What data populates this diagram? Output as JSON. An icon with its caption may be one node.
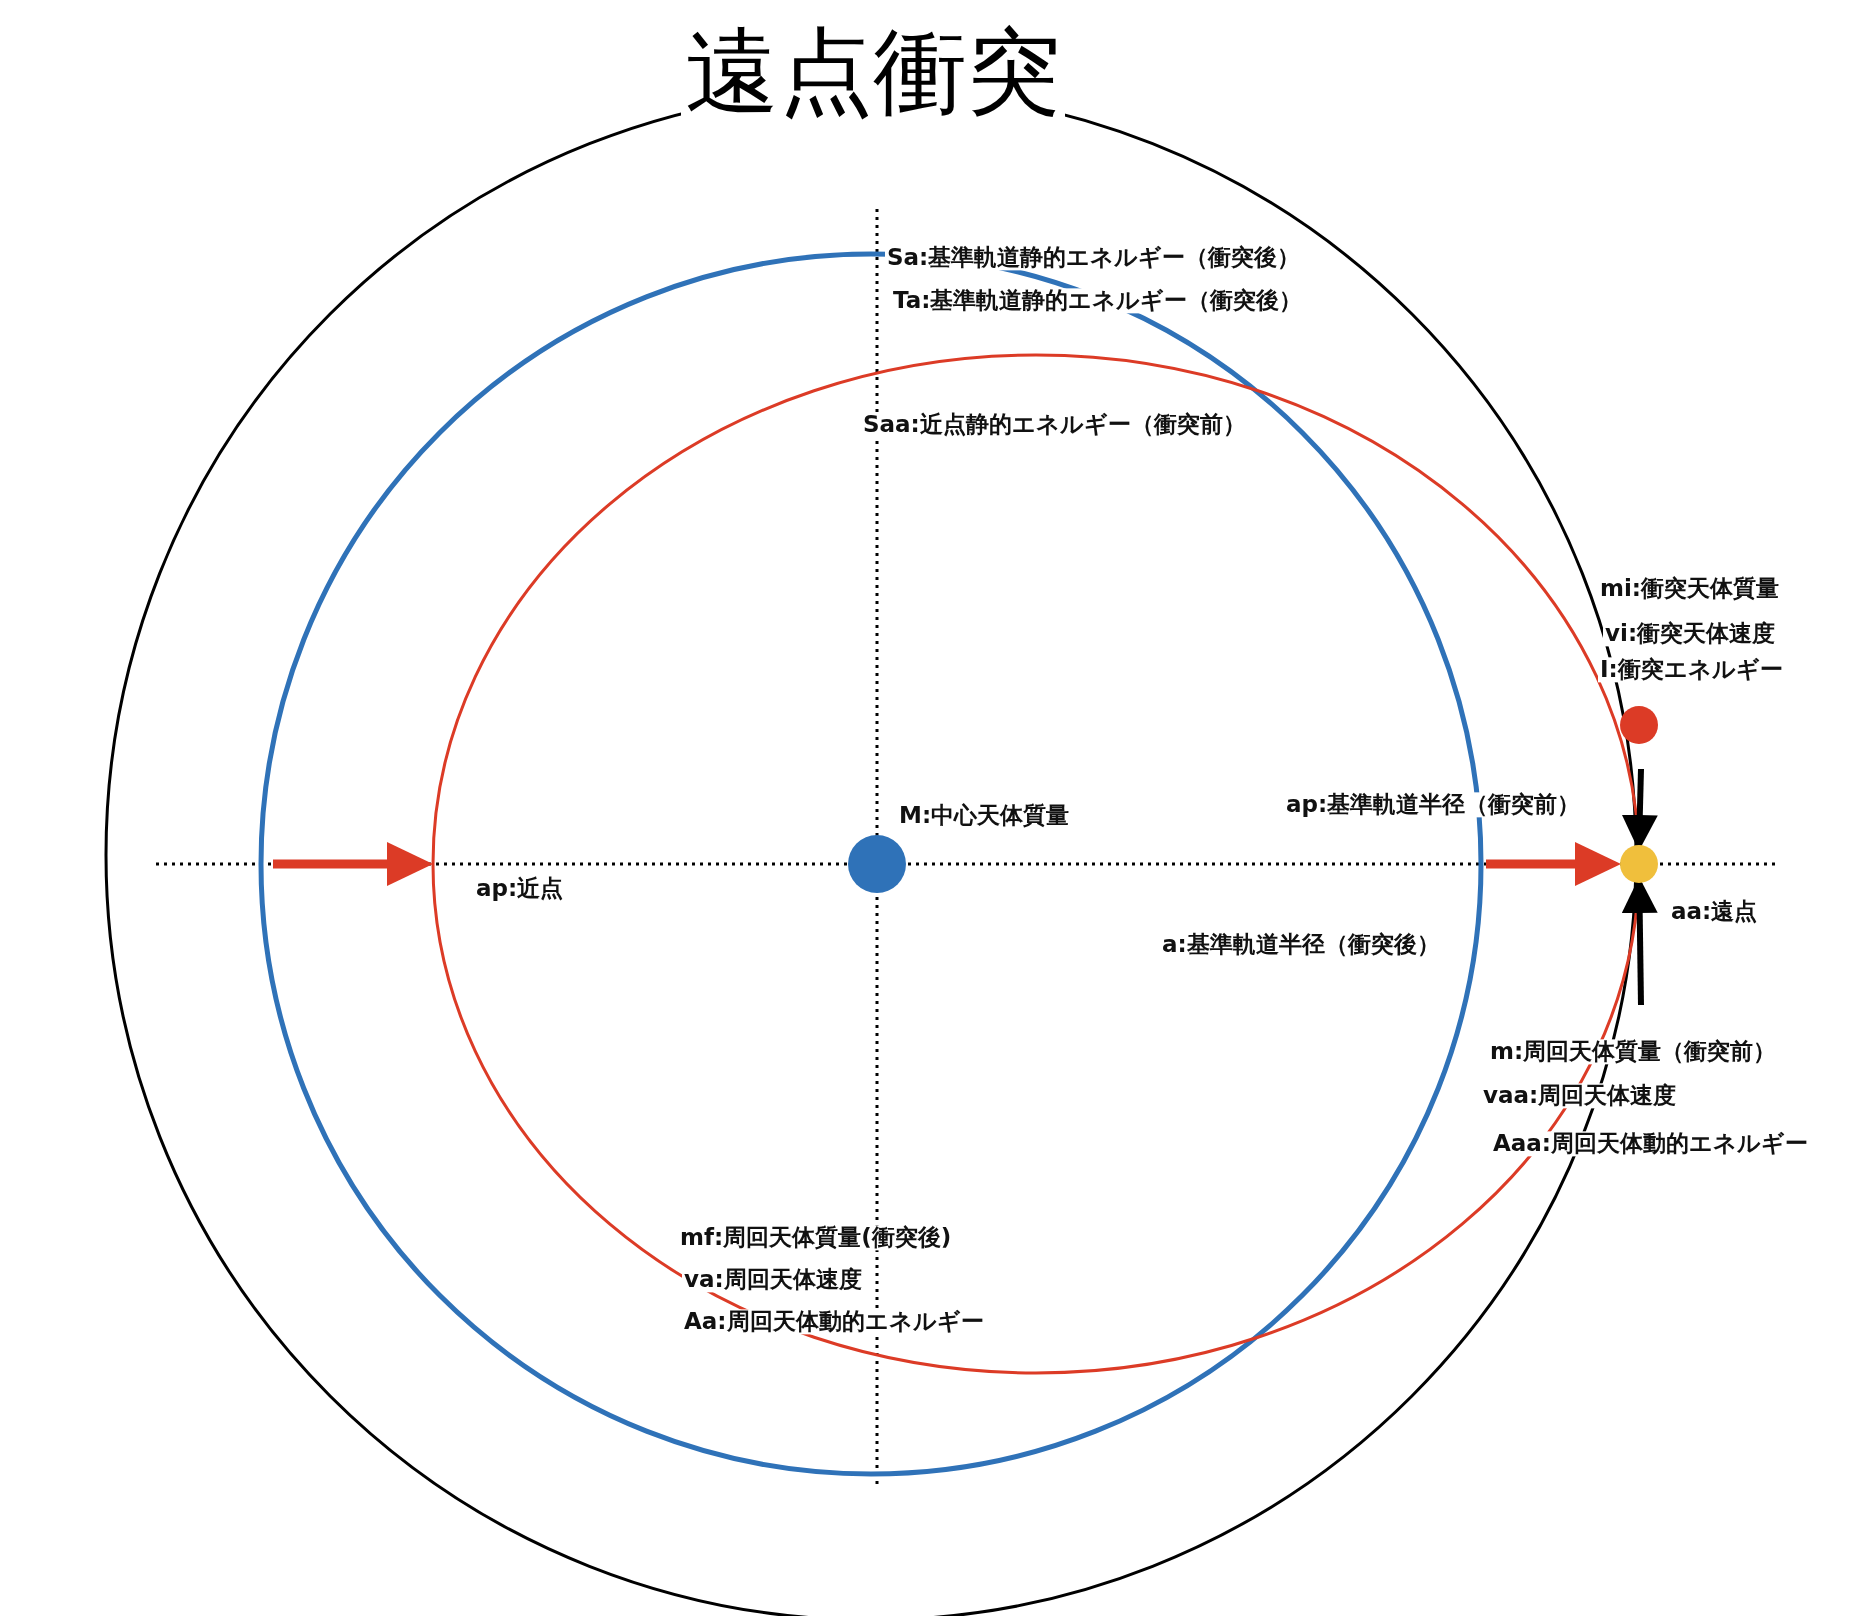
{
  "diagram": {
    "title": "遠点衝突",
    "nodes": [
      {
        "text": [],
        "shape": "circle",
        "beside": [
          "M:中心天体質量"
        ]
      },
      {
        "text": [],
        "shape": "circle",
        "beside": [
          "mi:衝突天体質量",
          "vi:衝突天体速度",
          "I:衝突エネルギー"
        ]
      },
      {
        "text": [],
        "shape": "circle",
        "beside": [
          "aa:遠点",
          "m:周回天体質量（衝突前）",
          "vaa:周回天体速度",
          "Aaa:周回天体動的エネルギー"
        ]
      }
    ],
    "edges": [
      {
        "from": 1,
        "to": 2,
        "arrow": "to"
      },
      {
        "from": null,
        "to": 2,
        "arrow": "to"
      }
    ],
    "labels": [
      "Sa:基準軌道静的エネルギー（衝突後）",
      "Ta:基準軌道静的エネルギー（衝突後）",
      "Saa:近点静的エネルギー（衝突前）",
      "ap:基準軌道半径（衝突前）",
      "ap:近点",
      "a:基準軌道半径（衝突後）",
      "mf:周回天体質量(衝突後)",
      "va:周回天体速度",
      "Aa:周回天体動的エネルギー"
    ]
  }
}
